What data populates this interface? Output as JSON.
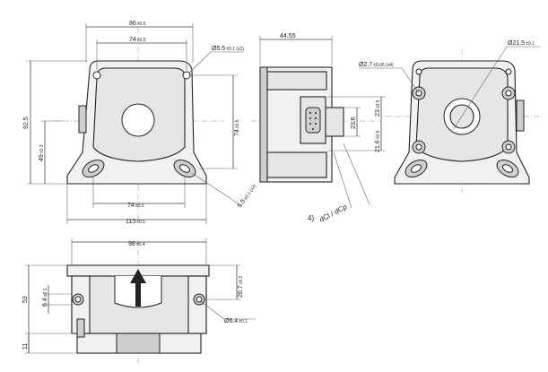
{
  "front_view": {
    "dim_top_width": "86",
    "dim_top_width_tol": "±0.5",
    "dim_hole_spacing_top": "74",
    "dim_hole_spacing_top_tol": "±0.5",
    "dim_mount_hole": "Ø5.5",
    "dim_mount_hole_tol": "±0.1 (x2)",
    "dim_height_total": "92.5",
    "dim_height_small": "49",
    "dim_height_small_tol": "±0.3",
    "dim_side_74": "74",
    "dim_side_74_tol": "±0.5",
    "dim_bottom_spacing": "74",
    "dim_bottom_spacing_tol": "±0.5",
    "dim_base_width": "113",
    "dim_base_width_tol": "±0.5",
    "dim_slot": "5.5",
    "dim_slot_tol": "±0.1 (x2)"
  },
  "side_view": {
    "dim_depth": "44.55",
    "dim_connector_h": "23.6",
    "dim_right_23": "23",
    "dim_right_23_tol": "±0.5",
    "dim_right_21": "21.6",
    "dim_right_21_tol": "±0.5",
    "note_number": "4)",
    "note_text": "dCl / dCp"
  },
  "back_view": {
    "dim_bore": "Ø21.5",
    "dim_bore_tol": "±0.1",
    "dim_small_holes": "Ø2.7",
    "dim_small_holes_tol": "±0.05 (x4)"
  },
  "bottom_view": {
    "dim_width": "98",
    "dim_width_tol": "±0.4",
    "dim_height": "53",
    "dim_left_small": "6.4",
    "dim_left_small_tol": "±0.1",
    "dim_right_26": "26.7",
    "dim_right_26_tol": "±0.2",
    "dim_hole": "Ø6.4",
    "dim_hole_tol": "±0.1",
    "dim_bottom_11": "11"
  }
}
